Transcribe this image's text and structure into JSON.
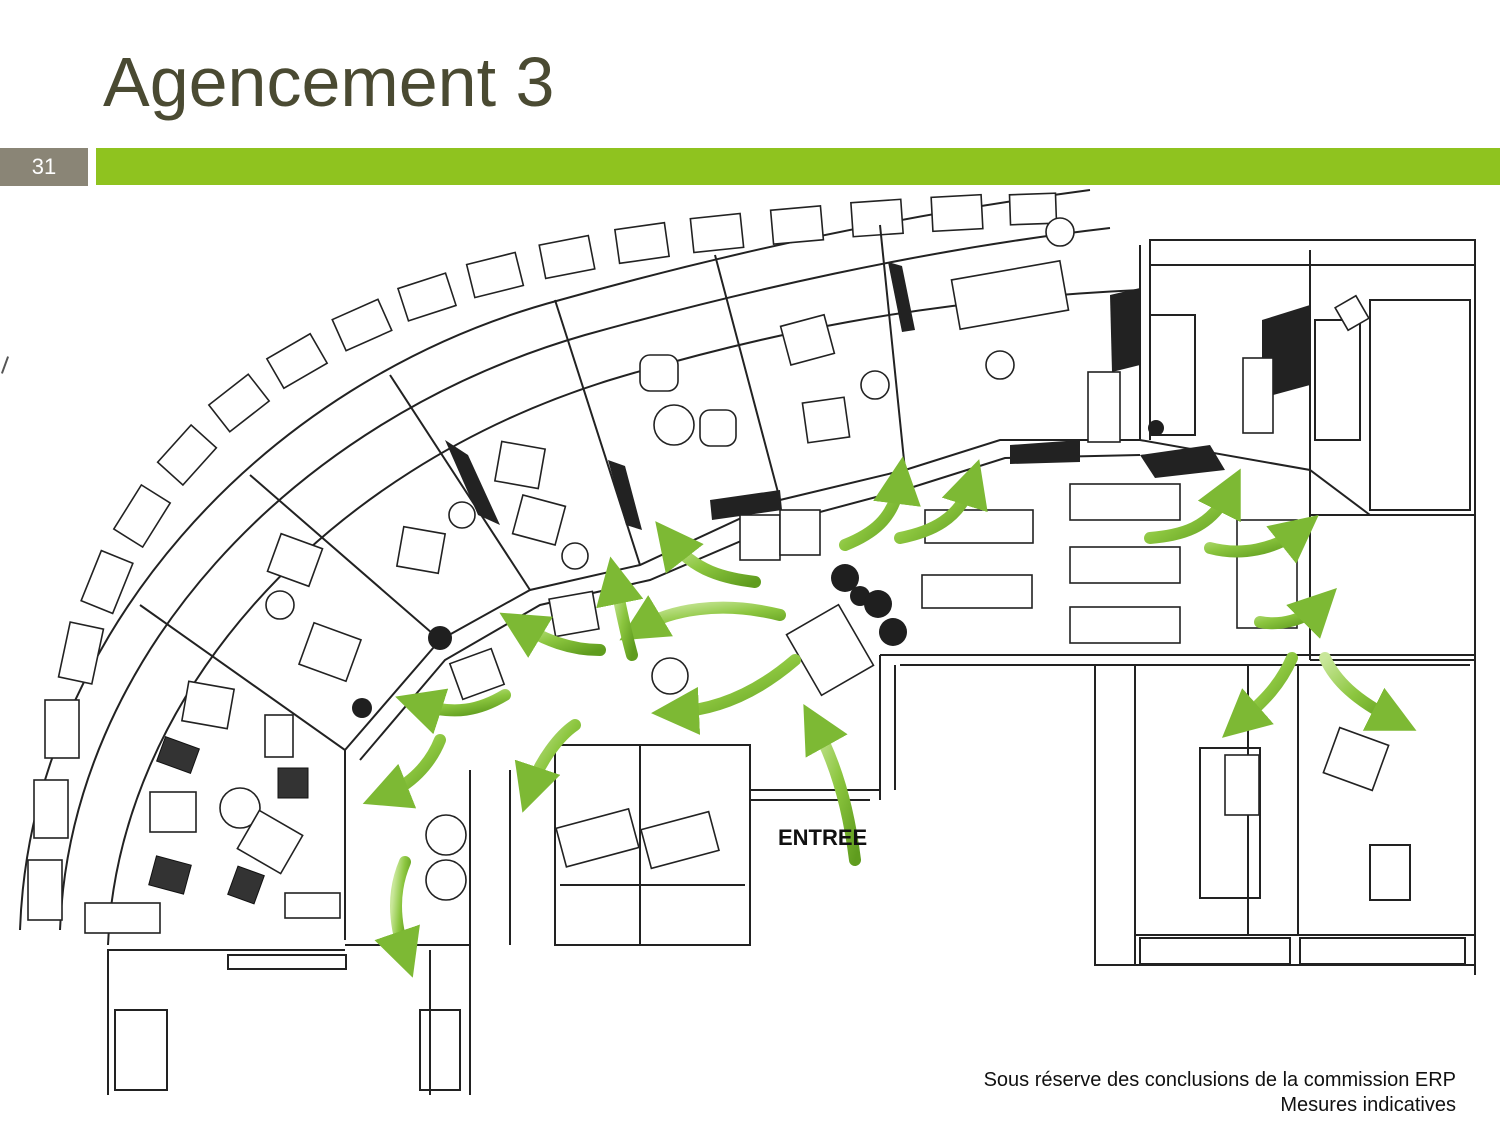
{
  "slide": {
    "title": "Agencement 3",
    "number": "31"
  },
  "plan": {
    "entrance_label": "ENTREE"
  },
  "footer": {
    "line1": "Sous réserve des conclusions de la commission ERP",
    "line2": "Mesures indicatives"
  },
  "colors": {
    "accent_bar": "#8fc31f",
    "number_box": "#8a8576",
    "title_text": "#4a4a32",
    "arrow_green": "#8cc63f"
  }
}
